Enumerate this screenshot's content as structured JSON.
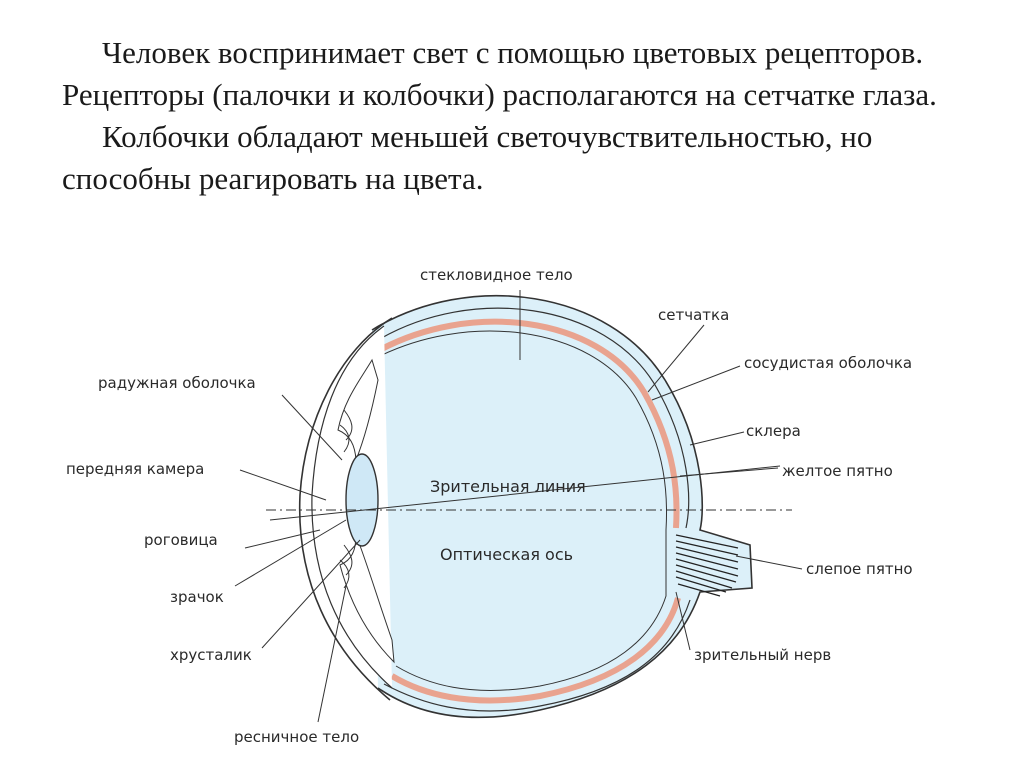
{
  "text": {
    "paragraph_1": "Человек воспринимает свет с помощью цветовых рецепторов. Рецепторы (палочки и колбочки) располагаются на сетчатке глаза.",
    "paragraph_2": "Колбочки обладают меньшей светочувствительностью, но способны реагировать на цвета."
  },
  "diagram": {
    "labels": {
      "vitreous": "стекловидное тело",
      "retina": "сетчатка",
      "choroid": "сосудистая оболочка",
      "sclera": "склера",
      "iris": "радужная оболочка",
      "anterior_chamber": "передняя камера",
      "macula": "желтое пятно",
      "cornea": "роговица",
      "pupil": "зрачок",
      "blind_spot": "слепое пятно",
      "lens": "хрусталик",
      "optic_nerve": "зрительный нерв",
      "ciliary_body": "ресничное тело",
      "visual_line": "Зрительная линия",
      "optical_axis": "Оптическая ось"
    },
    "colors": {
      "eye_fill": "#dcf0f9",
      "retina": "#e9a38f",
      "outline": "#333333"
    }
  }
}
